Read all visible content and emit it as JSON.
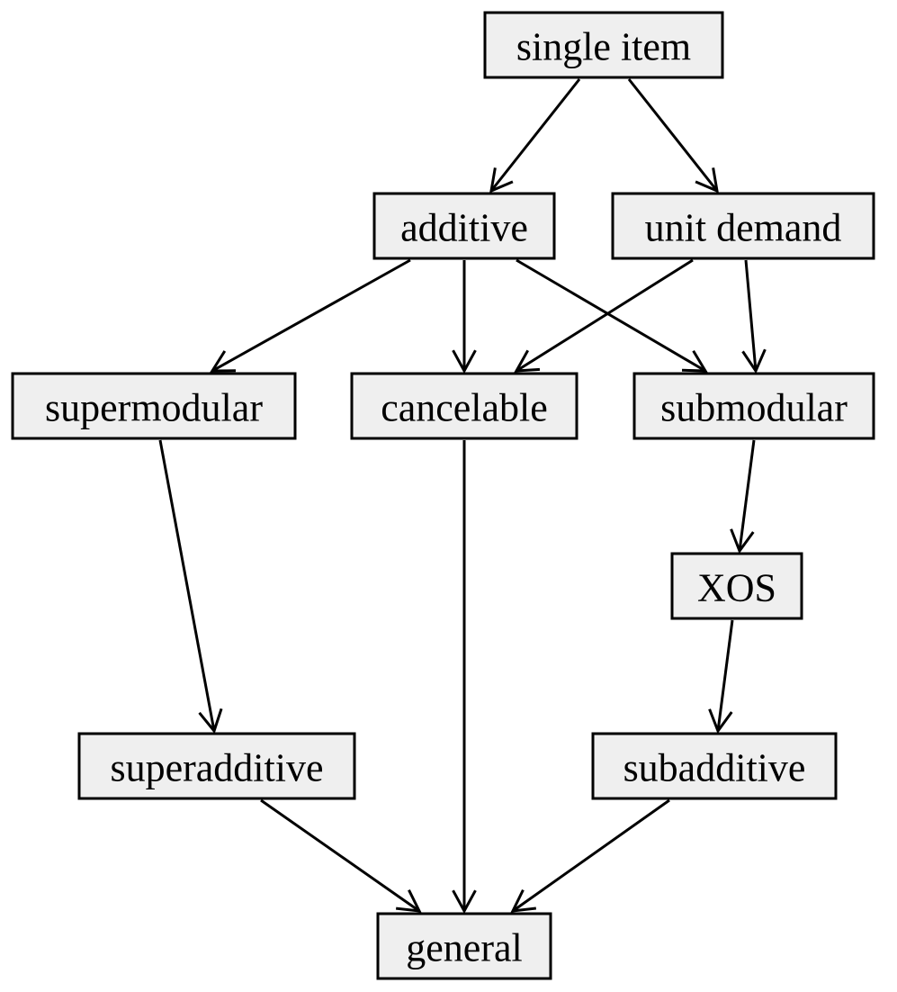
{
  "nodes": [
    {
      "id": "single_item",
      "label": "single item"
    },
    {
      "id": "additive",
      "label": "additive"
    },
    {
      "id": "unit_demand",
      "label": "unit demand"
    },
    {
      "id": "supermodular",
      "label": "supermodular"
    },
    {
      "id": "cancelable",
      "label": "cancelable"
    },
    {
      "id": "submodular",
      "label": "submodular"
    },
    {
      "id": "xos",
      "label": "XOS"
    },
    {
      "id": "superadditive",
      "label": "superadditive"
    },
    {
      "id": "subadditive",
      "label": "subadditive"
    },
    {
      "id": "general",
      "label": "general"
    }
  ],
  "edges": [
    {
      "from": "single_item",
      "to": "additive"
    },
    {
      "from": "single_item",
      "to": "unit_demand"
    },
    {
      "from": "additive",
      "to": "supermodular"
    },
    {
      "from": "additive",
      "to": "cancelable"
    },
    {
      "from": "additive",
      "to": "submodular"
    },
    {
      "from": "unit_demand",
      "to": "cancelable"
    },
    {
      "from": "unit_demand",
      "to": "submodular"
    },
    {
      "from": "supermodular",
      "to": "superadditive"
    },
    {
      "from": "cancelable",
      "to": "general"
    },
    {
      "from": "submodular",
      "to": "xos"
    },
    {
      "from": "xos",
      "to": "subadditive"
    },
    {
      "from": "superadditive",
      "to": "general"
    },
    {
      "from": "subadditive",
      "to": "general"
    }
  ]
}
